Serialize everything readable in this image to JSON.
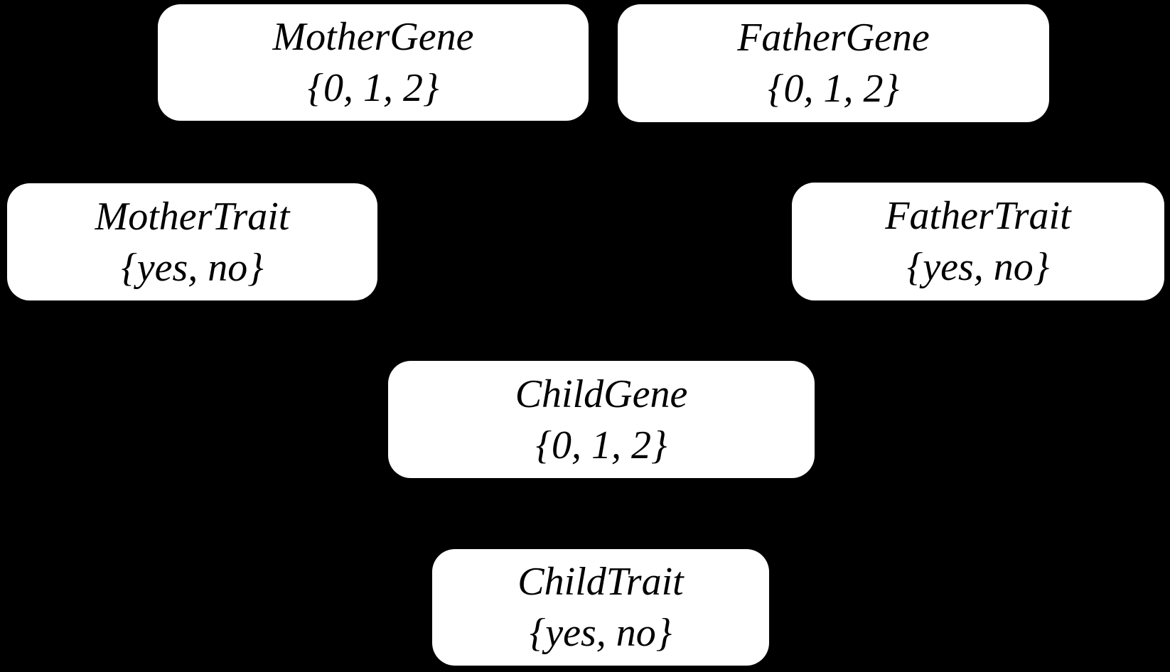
{
  "diagram": {
    "type": "bayesian-network",
    "background_color": "#000000",
    "node_fill_color": "#ffffff",
    "node_text_color": "#000000",
    "nodes": {
      "mother_gene": {
        "name": "MotherGene",
        "domain": "{0, 1, 2}"
      },
      "father_gene": {
        "name": "FatherGene",
        "domain": "{0, 1, 2}"
      },
      "mother_trait": {
        "name": "MotherTrait",
        "domain": "{yes, no}"
      },
      "father_trait": {
        "name": "FatherTrait",
        "domain": "{yes, no}"
      },
      "child_gene": {
        "name": "ChildGene",
        "domain": "{0, 1, 2}"
      },
      "child_trait": {
        "name": "ChildTrait",
        "domain": "{yes, no}"
      }
    }
  }
}
